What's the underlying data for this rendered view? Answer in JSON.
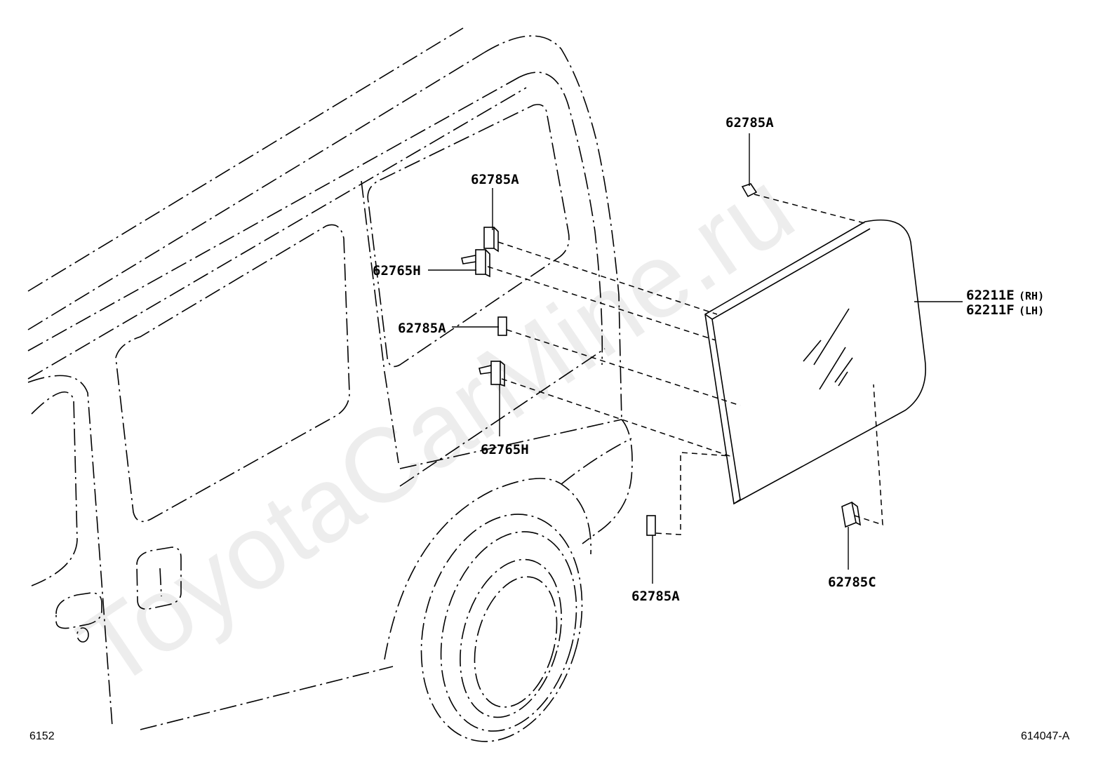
{
  "watermark": "ToyotaCarMine.ru",
  "corner": {
    "bottom_left": "6152",
    "bottom_right": "614047-A"
  },
  "labels": {
    "clip_top_right": "62785A",
    "clip_upper": "62785A",
    "stud_upper": "62765H",
    "clip_middle": "62785A",
    "stud_lower": "62765H",
    "clip_bottom": "62785A",
    "clip_c": "62785C",
    "glass_rh": "62211E",
    "glass_rh_suffix": "(RH)",
    "glass_lh": "62211F",
    "glass_lh_suffix": "(LH)"
  }
}
